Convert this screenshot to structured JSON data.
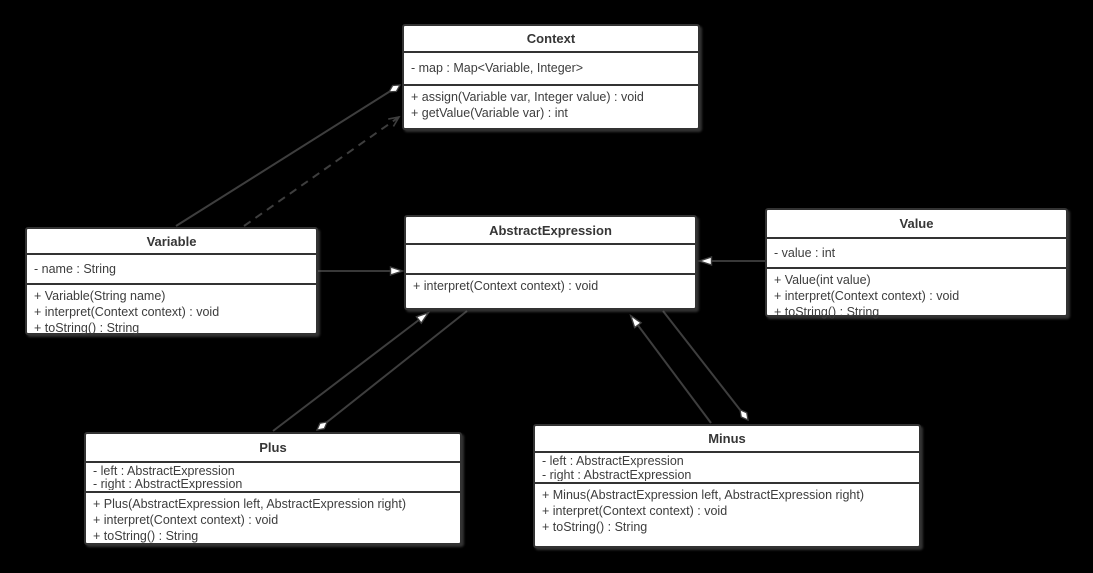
{
  "diagram": {
    "kind": "uml-class-diagram",
    "background_color": "#000000",
    "box_fill_color": "#ffffff",
    "box_border_color": "#333333",
    "edge_color": "#3e3e3e",
    "text_color": "#3d3d3d"
  },
  "classes": [
    {
      "name": "Context",
      "attributes": [
        "- map : Map<Variable, Integer>"
      ],
      "methods": [
        "+ assign(Variable var, Integer value) : void",
        "+ getValue(Variable var) : int"
      ]
    },
    {
      "name": "Variable",
      "attributes": [
        "- name : String"
      ],
      "methods": [
        "+ Variable(String name)",
        "+ interpret(Context context) : void",
        "+ toString() : String"
      ]
    },
    {
      "name": "AbstractExpression",
      "attributes": [],
      "methods": [
        "+ interpret(Context context) : void"
      ]
    },
    {
      "name": "Value",
      "attributes": [
        "- value : int"
      ],
      "methods": [
        "+ Value(int value)",
        "+ interpret(Context context) : void",
        "+ toString() : String"
      ]
    },
    {
      "name": "Plus",
      "attributes": [
        "- left : AbstractExpression",
        "- right : AbstractExpression"
      ],
      "methods": [
        "+ Plus(AbstractExpression left, AbstractExpression right)",
        "+ interpret(Context context) : void",
        "+ toString() : String"
      ]
    },
    {
      "name": "Minus",
      "attributes": [
        "- left : AbstractExpression",
        "- right : AbstractExpression"
      ],
      "methods": [
        "+ Minus(AbstractExpression left, AbstractExpression right)",
        "+ interpret(Context context) : void",
        "+ toString() : String"
      ]
    }
  ],
  "relationships": [
    {
      "from": "Variable",
      "to": "Context",
      "type": "aggregation",
      "diamond_at": "Context"
    },
    {
      "from": "Variable",
      "to": "Context",
      "type": "dependency",
      "line": "dashed-open-arrow"
    },
    {
      "from": "Variable",
      "to": "AbstractExpression",
      "type": "generalization"
    },
    {
      "from": "Value",
      "to": "AbstractExpression",
      "type": "generalization"
    },
    {
      "from": "Plus",
      "to": "AbstractExpression",
      "type": "generalization"
    },
    {
      "from": "Plus",
      "to": "AbstractExpression",
      "type": "aggregation",
      "diamond_at": "Plus"
    },
    {
      "from": "Minus",
      "to": "AbstractExpression",
      "type": "generalization"
    },
    {
      "from": "Minus",
      "to": "AbstractExpression",
      "type": "aggregation",
      "diamond_at": "Minus"
    }
  ]
}
